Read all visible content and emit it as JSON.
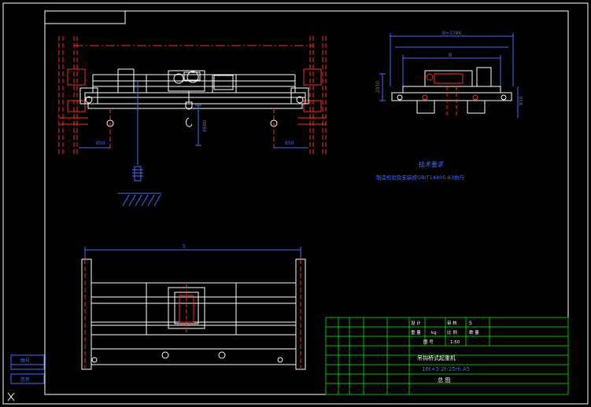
{
  "drawing": {
    "colors": {
      "background": "#000000",
      "frame": "#ffffff",
      "structure": "#ffffff",
      "dimension": "#4a6bff",
      "centerline": "#ff2a2a",
      "title_block_grid": "#00c000",
      "title_text": "#ffffff",
      "note_text": "#4a6bff",
      "hatch": "#4a6bff"
    },
    "front_view": {
      "dim_left": "950",
      "dim_right": "950",
      "dim_height": "8680"
    },
    "side_view": {
      "dim_overall": "B=3786",
      "dim_mid": "B",
      "dim_height": "2850",
      "dim_right": "850"
    },
    "plan_view": {
      "span_label": "S"
    },
    "notes": {
      "heading": "技术要求",
      "body": "制造检验及安装按GB/T14405-93执行"
    },
    "title_block": {
      "row1": [
        "设 计",
        "审 核",
        "S"
      ],
      "row2": [
        "重 量",
        "kg",
        "比 例",
        "数 量"
      ],
      "row3": [
        "图 号",
        "1:50"
      ],
      "product_name": "吊钩桥式起重机",
      "model": "16t+3.2t-25m A5",
      "part_name": "总 图"
    },
    "left_stamp": {
      "label": "图号",
      "sub": "签名"
    }
  }
}
